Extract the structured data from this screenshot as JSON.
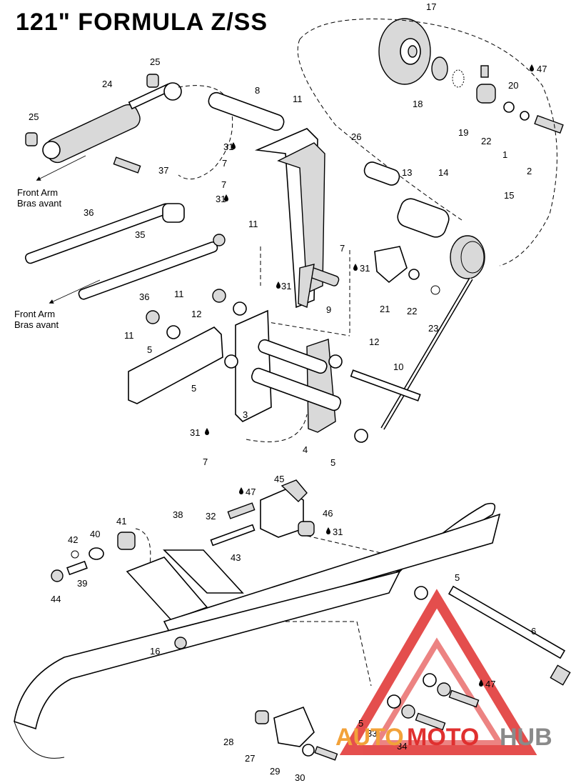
{
  "title": "121\" FORMULA Z/SS",
  "notes": {
    "front_arm_1": "Front Arm",
    "bras_avant_1": "Bras avant",
    "front_arm_2": "Front Arm",
    "bras_avant_2": "Bras avant"
  },
  "callouts": [
    {
      "label": "17"
    },
    {
      "label": "47"
    },
    {
      "label": "20"
    },
    {
      "label": "18"
    },
    {
      "label": "19"
    },
    {
      "label": "22"
    },
    {
      "label": "1"
    },
    {
      "label": "2"
    },
    {
      "label": "25"
    },
    {
      "label": "24"
    },
    {
      "label": "25"
    },
    {
      "label": "8"
    },
    {
      "label": "11"
    },
    {
      "label": "26"
    },
    {
      "label": "31"
    },
    {
      "label": "7"
    },
    {
      "label": "37"
    },
    {
      "label": "7"
    },
    {
      "label": "31"
    },
    {
      "label": "13"
    },
    {
      "label": "14"
    },
    {
      "label": "15"
    },
    {
      "label": "36"
    },
    {
      "label": "35"
    },
    {
      "label": "11"
    },
    {
      "label": "7"
    },
    {
      "label": "31"
    },
    {
      "label": "31"
    },
    {
      "label": "21"
    },
    {
      "label": "22"
    },
    {
      "label": "23"
    },
    {
      "label": "36"
    },
    {
      "label": "11"
    },
    {
      "label": "12"
    },
    {
      "label": "9"
    },
    {
      "label": "11"
    },
    {
      "label": "5"
    },
    {
      "label": "12"
    },
    {
      "label": "10"
    },
    {
      "label": "5"
    },
    {
      "label": "3"
    },
    {
      "label": "31"
    },
    {
      "label": "7"
    },
    {
      "label": "4"
    },
    {
      "label": "5"
    },
    {
      "label": "45"
    },
    {
      "label": "47"
    },
    {
      "label": "38"
    },
    {
      "label": "32"
    },
    {
      "label": "46"
    },
    {
      "label": "31"
    },
    {
      "label": "41"
    },
    {
      "label": "42"
    },
    {
      "label": "40"
    },
    {
      "label": "43"
    },
    {
      "label": "44"
    },
    {
      "label": "39"
    },
    {
      "label": "5"
    },
    {
      "label": "6"
    },
    {
      "label": "16"
    },
    {
      "label": "47"
    },
    {
      "label": "5"
    },
    {
      "label": "33"
    },
    {
      "label": "34"
    },
    {
      "label": "28"
    },
    {
      "label": "27"
    },
    {
      "label": "29"
    },
    {
      "label": "30"
    }
  ],
  "watermark": {
    "part1": "AUTO",
    "part2": "MOTO",
    "part3": "HUB",
    "color_red": "#e0302f",
    "color_orange": "#f2a23a",
    "color_gray": "#8a8a8a"
  }
}
